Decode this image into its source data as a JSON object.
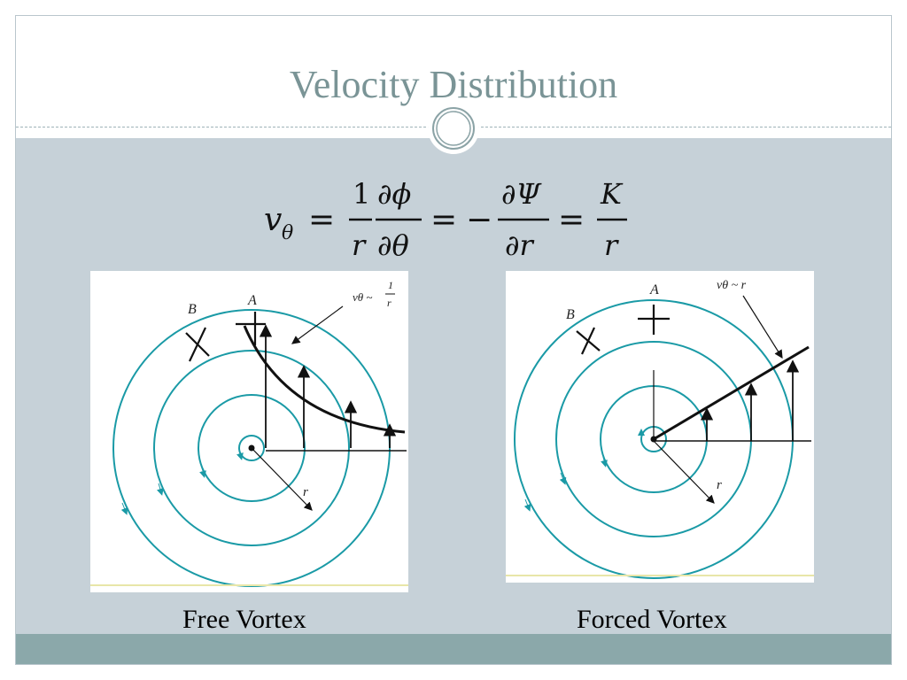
{
  "slide": {
    "title": "Velocity Distribution"
  },
  "equation": {
    "v": "v",
    "theta": "θ",
    "one": "1",
    "r": "r",
    "dphi": "∂ϕ",
    "dtheta": "∂θ",
    "minus": "−",
    "dpsi": "∂Ψ",
    "dr": "∂r",
    "K": "K",
    "eq": "="
  },
  "free_vortex": {
    "caption": "Free Vortex",
    "label_A": "A",
    "label_B": "B",
    "label_r": "r",
    "annotation_lhs": "vθ ~",
    "annotation_num": "1",
    "annotation_den": "r"
  },
  "forced_vortex": {
    "caption": "Forced Vortex",
    "label_A": "A",
    "label_B": "B",
    "label_r": "r",
    "annotation": "vθ ~ r"
  },
  "colors": {
    "streamline": "#1a9aa6",
    "title": "#7a9496",
    "content_bg": "#c6d1d8",
    "footer": "#8ba8aa"
  }
}
